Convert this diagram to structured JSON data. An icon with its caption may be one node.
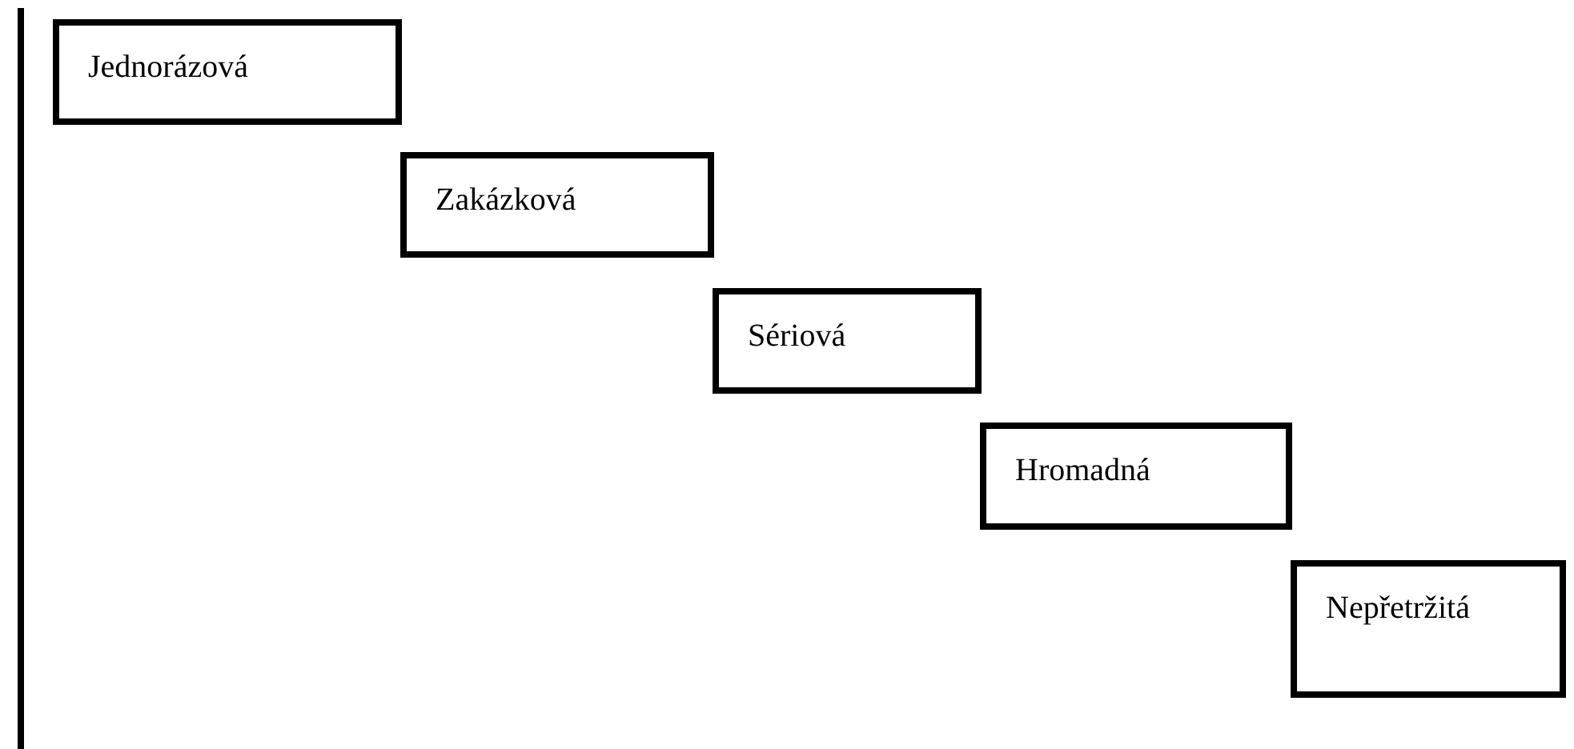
{
  "diagram": {
    "nodes": [
      {
        "text": [
          "Jednorázová"
        ]
      },
      {
        "text": [
          "Zakázková"
        ]
      },
      {
        "text": [
          "Sériová"
        ]
      },
      {
        "text": [
          "Hromadná"
        ]
      },
      {
        "text": [
          "Nepřetržitá"
        ]
      }
    ]
  }
}
